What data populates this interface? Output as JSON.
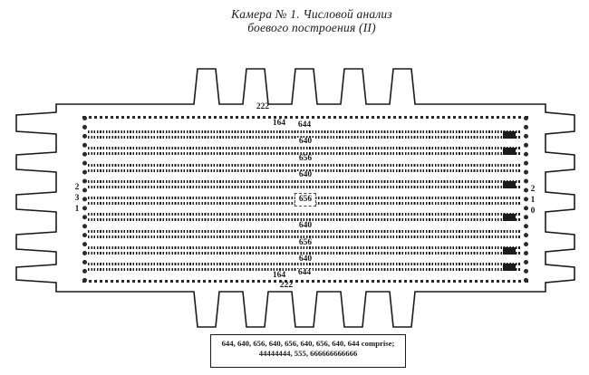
{
  "title": {
    "line1": "Камера № 1. Числовой анализ",
    "line2": "боевого построения (II)"
  },
  "chamber": {
    "top_outer_label": "222",
    "top_inner_label": "164",
    "bottom_inner_label": "164",
    "bottom_outer_label": "222",
    "left_digits": [
      "2",
      "3",
      "1"
    ],
    "right_digits": [
      "2",
      "1",
      "0"
    ],
    "bands": [
      {
        "label": "644",
        "marker": true,
        "label_pos": "top-row"
      },
      {
        "label": "640",
        "marker": true,
        "label_pos": "above"
      },
      {
        "label": "656",
        "marker": false,
        "label_pos": "above"
      },
      {
        "label": "640",
        "marker": true,
        "label_pos": "above"
      },
      {
        "label": "656",
        "marker": false,
        "label_pos": "boxed"
      },
      {
        "label": "640",
        "marker": true,
        "label_pos": "below"
      },
      {
        "label": "656",
        "marker": false,
        "label_pos": "below"
      },
      {
        "label": "640",
        "marker": true,
        "label_pos": "below"
      },
      {
        "label": "644",
        "marker": true,
        "label_pos": "bottom-row"
      }
    ]
  },
  "caption": {
    "line1": "644, 640, 656, 640, 656, 640, 656, 640, 644 comprise;",
    "line2": "44444444, 555, 666666666666"
  },
  "colors": {
    "ink": "#1b1b1b",
    "paper": "#ffffff"
  }
}
